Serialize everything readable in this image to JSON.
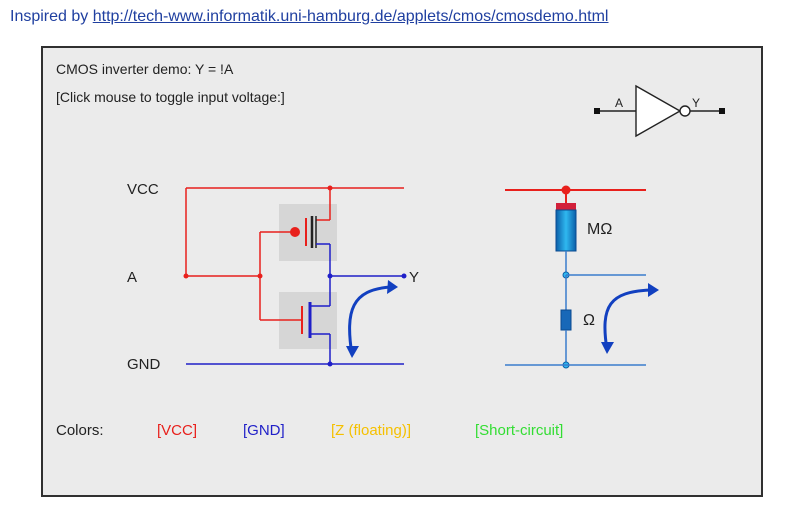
{
  "header": {
    "prefix": "Inspired by",
    "link_text": "http://tech-www.informatik.uni-hamburg.de/applets/cmos/cmosdemo.html"
  },
  "demo": {
    "title": "CMOS inverter demo:  Y = !A",
    "instruction": "[Click mouse to toggle input voltage:]"
  },
  "circuit": {
    "vcc_label": "VCC",
    "input_label": "A",
    "gnd_label": "GND",
    "output_label": "Y"
  },
  "gate_symbol": {
    "input_label": "A",
    "output_label": "Y"
  },
  "equivalent": {
    "high_resistance_label": "MΩ",
    "low_resistance_label": "Ω"
  },
  "legend": {
    "title": "Colors:",
    "vcc": "[VCC]",
    "gnd": "[GND]",
    "floating": "[Z (floating)]",
    "short": "[Short-circuit]"
  },
  "colors": {
    "vcc": "#e8201c",
    "gnd": "#1f1fc8",
    "floating": "#f5c000",
    "short": "#33dd33",
    "link": "#1f3fa0",
    "arrow": "#1240c0",
    "wire_steel": "#3a7ccc"
  }
}
